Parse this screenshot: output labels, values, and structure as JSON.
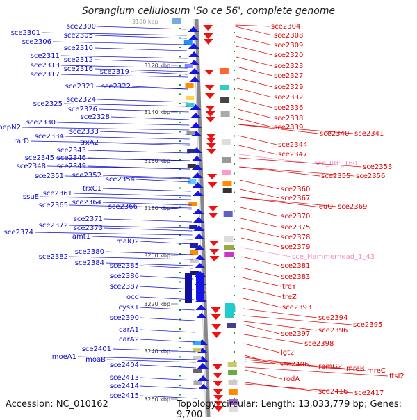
{
  "title": "Sorangium cellulosum 'So ce 56', complete genome",
  "footer": {
    "accession": "Accession: NC_010162",
    "stats": "Topology: circular; Length: 13,033,779 bp; Genes: 9,700"
  },
  "colors": {
    "left_label": "#0a0ad2",
    "right_label": "#e00000",
    "rna_label": "#f08cc8",
    "axis": "#888888",
    "tick": "#1a9a1a"
  },
  "scale": {
    "unit": "kbp",
    "top_label": "3100 kbp",
    "ticks": [
      {
        "label": "3120 kbp"
      },
      {
        "label": "3140 kbp"
      },
      {
        "label": "3160 kbp"
      },
      {
        "label": "3180 kbp"
      },
      {
        "label": "3200 kbp"
      },
      {
        "label": "3220 kbp"
      },
      {
        "label": "3240 kbp"
      },
      {
        "label": "3260 kbp"
      }
    ]
  },
  "left_genes": [
    "sce2300",
    "sce2301",
    "sce2305",
    "sce2306",
    "sce2310",
    "sce2311",
    "sce2312",
    "sce2313",
    "sce2316",
    "sce2317",
    "sce2319",
    "sce2321",
    "sce2322",
    "sce2324",
    "sce2325",
    "sce2326",
    "sce2328",
    "sce2330",
    "pepN2",
    "sce2333",
    "sce2334",
    "rarD",
    "trxA2",
    "sce2343",
    "sce2345",
    "sce2346",
    "sce2348",
    "sce2349",
    "sce2351",
    "sce2352",
    "sce2354",
    "trxC1",
    "sce2361",
    "ssuE",
    "sce2364",
    "sce2365",
    "sce2366",
    "sce2371",
    "sce2372",
    "sce2373",
    "sce2374",
    "amt1",
    "malQ2",
    "sce2380",
    "sce2382",
    "sce2384",
    "sce2385",
    "sce2386",
    "sce2387",
    "ocd",
    "cysK1",
    "sce2390",
    "carA1",
    "carA2",
    "sce2401",
    "moeA1",
    "moaB",
    "sce2404",
    "sce2413",
    "sce2414",
    "sce2415"
  ],
  "right_genes": [
    "sce2304",
    "sce2308",
    "sce2309",
    "sce2320",
    "sce2323",
    "sce2327",
    "sce2329",
    "sce2332",
    "sce2336",
    "sce2338",
    "sce2339",
    "sce2340",
    "sce2341",
    "sce2344",
    "sce2347",
    "sce_IRE_160",
    "sce2353",
    "sce2355",
    "sce2356",
    "sce2360",
    "sce2367",
    "leuO",
    "sce2369",
    "sce2370",
    "sce2375",
    "sce2378",
    "sce2379",
    "sce_Hammerhead_1_43",
    "sce2381",
    "sce2383",
    "treY",
    "treZ",
    "sce2393",
    "sce2394",
    "sce2395",
    "sce2396",
    "sce2397",
    "sce2398",
    "lgt2",
    "sce2406",
    "rpmG2",
    "mreB",
    "mreC",
    "ftsI2",
    "rodA",
    "sce2416",
    "sce2417"
  ]
}
